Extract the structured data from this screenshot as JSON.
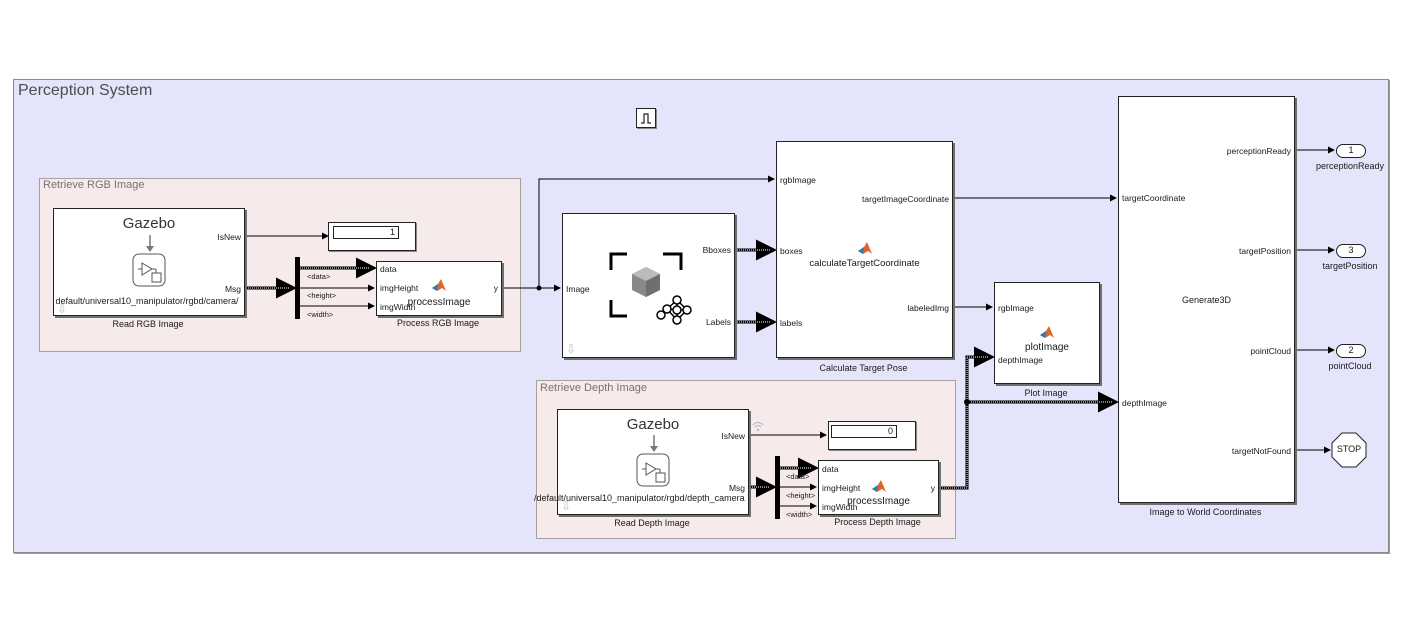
{
  "diagram": {
    "system_title": "Perception System",
    "rgb_area_title": "Retrieve RGB Image",
    "depth_area_title": "Retrieve Depth Image",
    "blocks": {
      "read_rgb": {
        "name": "Read RGB Image",
        "header": "Gazebo",
        "topic": "/default/universal10_manipulator/rgbd/camera",
        "ports_out": [
          "IsNew",
          "Msg"
        ]
      },
      "rgb_display": {
        "value": "1"
      },
      "rgb_bus_signals": [
        "<data>",
        "<height>",
        "<width>"
      ],
      "process_rgb": {
        "name": "Process RGB Image",
        "function": "processImage",
        "ports_in": [
          "data",
          "imgHeight",
          "imgWidth"
        ],
        "ports_out": [
          "y"
        ]
      },
      "detector": {
        "ports_in": [
          "Image"
        ],
        "ports_out": [
          "Bboxes",
          "Labels"
        ]
      },
      "calc_target": {
        "name": "Calculate Target Pose",
        "function": "calculateTargetCoordinate",
        "ports_in": [
          "rgbImage",
          "boxes",
          "labels"
        ],
        "ports_out": [
          "targetImageCoordinate",
          "labeledImg"
        ]
      },
      "plot_image": {
        "name": "Plot Image",
        "function": "plotImage",
        "ports_in": [
          "rgbImage",
          "depthImage"
        ]
      },
      "read_depth": {
        "name": "Read Depth Image",
        "header": "Gazebo",
        "topic": "/default/universal10_manipulator/rgbd/depth_camera",
        "ports_out": [
          "IsNew",
          "Msg"
        ]
      },
      "depth_display": {
        "value": "0"
      },
      "depth_bus_signals": [
        "<data>",
        "<height>",
        "<width>"
      ],
      "process_depth": {
        "name": "Process Depth Image",
        "function": "processImage",
        "ports_in": [
          "data",
          "imgHeight",
          "imgWidth"
        ],
        "ports_out": [
          "y"
        ]
      },
      "world_coords": {
        "name": "Image to World Coordinates",
        "function": "Generate3D",
        "ports_in": [
          "targetCoordinate",
          "depthImage"
        ],
        "ports_out": [
          "perceptionReady",
          "targetPosition",
          "pointCloud",
          "targetNotFound"
        ]
      },
      "outports": [
        {
          "number": "1",
          "name": "perceptionReady"
        },
        {
          "number": "3",
          "name": "targetPosition"
        },
        {
          "number": "2",
          "name": "pointCloud"
        }
      ],
      "stop": {
        "label": "STOP"
      }
    },
    "icons": {
      "pulse": "pulse-generator-icon",
      "matlab": "matlab-function-icon",
      "ros": "ros-subscriber-icon",
      "detector": "object-detector-icon",
      "download": "download-arrow-icon",
      "wireless": "wireless-signal-icon"
    }
  }
}
